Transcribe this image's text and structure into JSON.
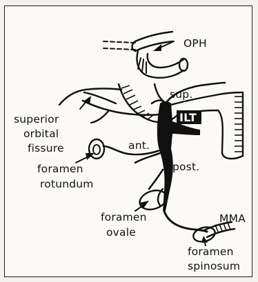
{
  "labels": {
    "oph": "OPH",
    "sup": "sup.",
    "ilt": "ILT",
    "superior_orbital_fissure": [
      "superior",
      "orbital",
      "fissure"
    ],
    "ant": "ant.",
    "post": "post.",
    "foramen_rotundum": [
      "foramen",
      "rotundum"
    ],
    "foramen_ovale": [
      "foramen",
      "ovale"
    ],
    "mma": "MMA",
    "foramen_spinosum": [
      "foramen",
      "spinosum"
    ]
  },
  "colors": {
    "ink": "#111111",
    "paper": "#fbfaf6",
    "background": "#f4f2ec"
  }
}
